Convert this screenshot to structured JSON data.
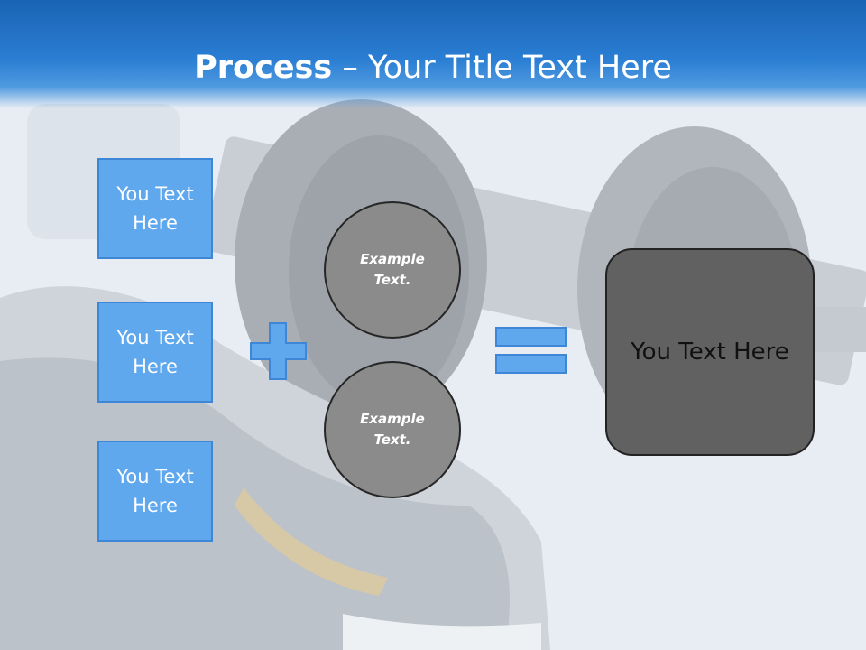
{
  "title": {
    "bold": "Process",
    "rest": " – Your Title Text Here"
  },
  "boxes": [
    {
      "label": "You Text Here"
    },
    {
      "label": "You Text Here"
    },
    {
      "label": "You Text Here"
    }
  ],
  "circles": [
    {
      "label": "Example Text."
    },
    {
      "label": "Example Text."
    }
  ],
  "result": {
    "label": "You Text Here"
  },
  "colors": {
    "header_blue": "#2a7ed3",
    "box_blue": "#5fa8ee",
    "circle_gray": "#8b8b8b",
    "result_gray": "#616161"
  }
}
